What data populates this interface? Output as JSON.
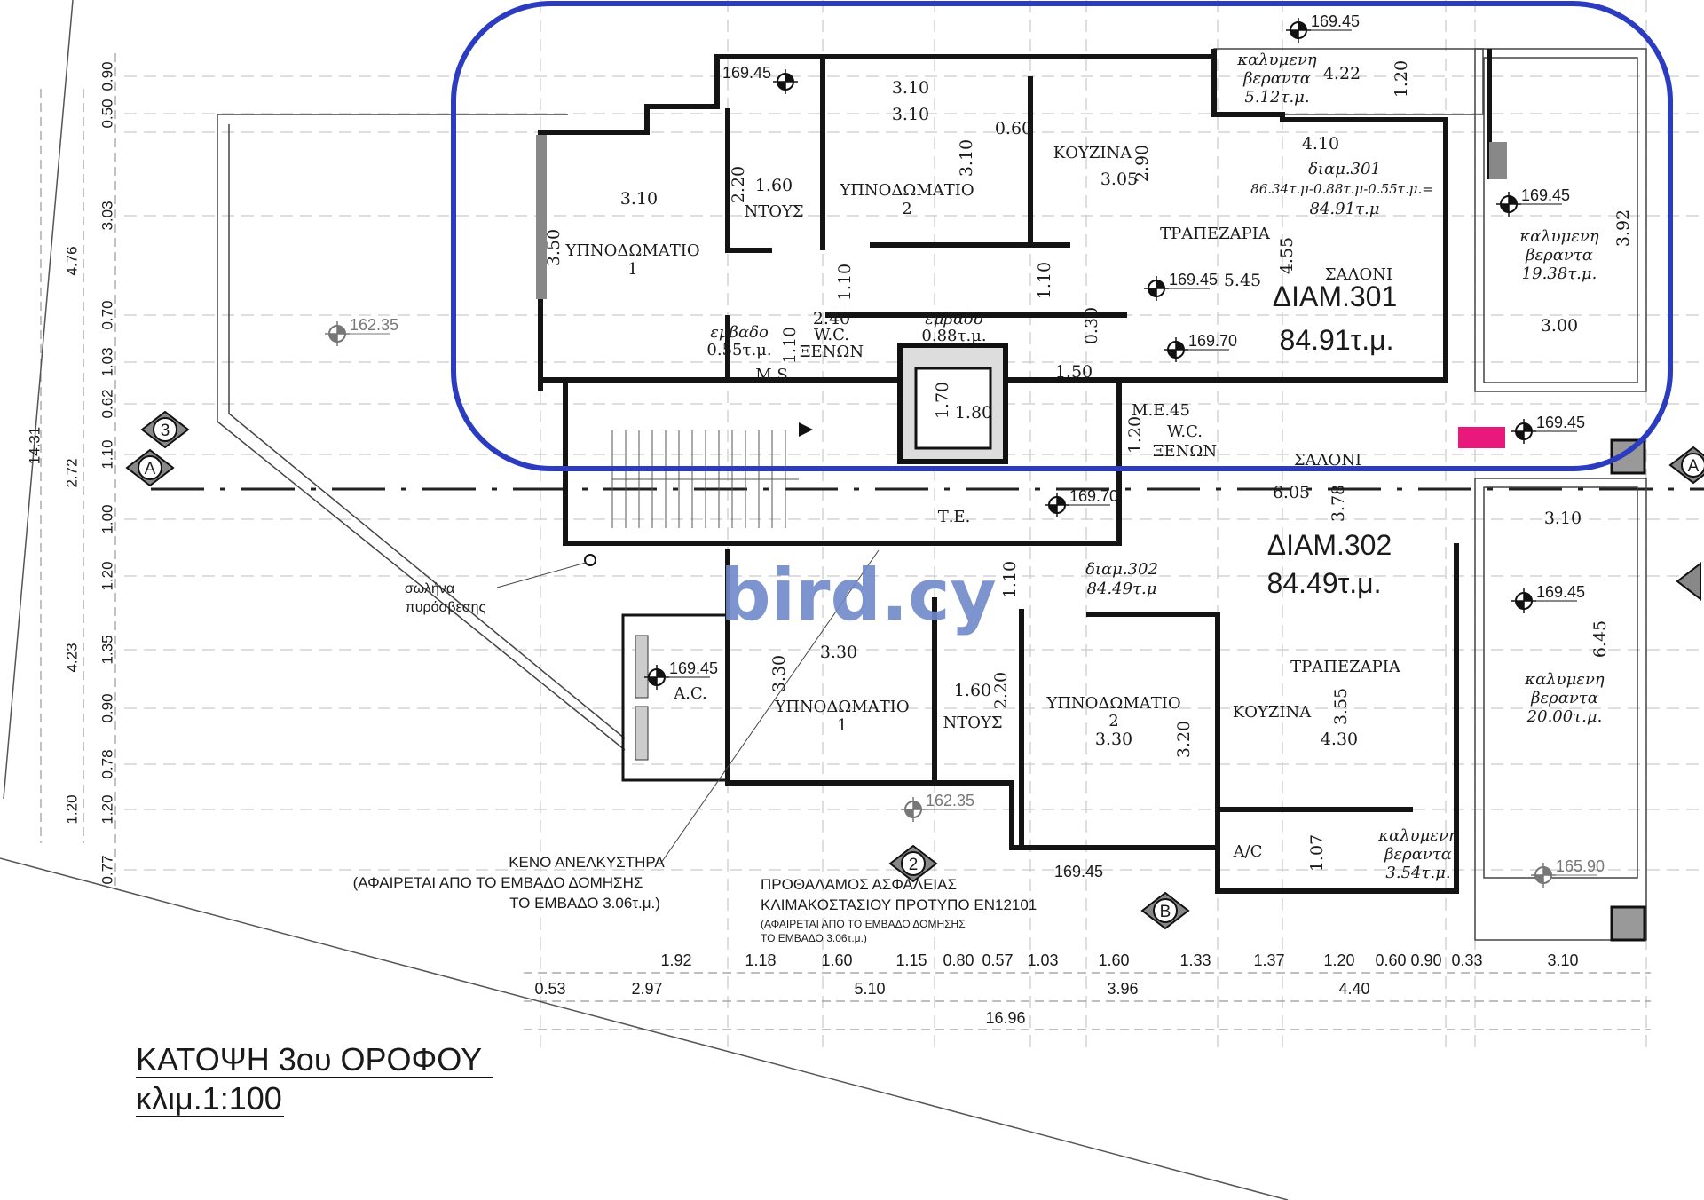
{
  "title": {
    "plan_name": "ΚΑΤΟΨΗ 3ου ΟΡΟΦΟΥ",
    "scale": "κλιμ.1:100"
  },
  "watermark": "bird.cy",
  "colors": {
    "highlight": "#2b3cc0",
    "marker": "#e8197a",
    "watermark": "#6f88c9"
  },
  "apartments": [
    {
      "name": "ΔΙΑΜ.301",
      "area": "84.91τ.μ.",
      "calc_title": "διαμ.301",
      "calc_formula": "86.34τ.μ-0.88τ.μ-0.55τ.μ.=",
      "calc_result": "84.91τ.μ"
    },
    {
      "name": "ΔΙΑΜ.302",
      "area": "84.49τ.μ.",
      "calc_title": "διαμ.302",
      "calc_result": "84.49τ.μ"
    }
  ],
  "rooms": {
    "bedroom": "ΥΠΝΟΔΩΜΑΤΙΟ",
    "n1": "1",
    "n2": "2",
    "shower": "ΝΤΟΥΣ",
    "kitchen": "ΚΟΥΖΙΝΑ",
    "dining": "ΤΡΑΠΕΖΑΡΙΑ",
    "living": "ΣΑΛΟΝΙ",
    "wc": "W.C.",
    "guests": "ΞΕΝΩΝ",
    "me": "M.E.45",
    "ms": "M.S.",
    "te": "Τ.Ε.",
    "ac": "A.C.",
    "ac2": "A/C",
    "area_word": "εμβαδο",
    "area_055": "0.55τ.μ.",
    "area_088": "0.88τ.μ."
  },
  "verandas": [
    {
      "line1": "καλυμενη",
      "line2": "βεραντα",
      "area": "5.12τ.μ."
    },
    {
      "line1": "καλυμενη",
      "line2": "βεραντα",
      "area": "19.38τ.μ."
    },
    {
      "line1": "καλυμενη",
      "line2": "βεραντα",
      "area": "20.00τ.μ."
    },
    {
      "line1": "καλυμενη",
      "line2": "βεραντα",
      "area": "3.54τ.μ."
    }
  ],
  "room_dims": [
    "3.10",
    "3.50",
    "1.60",
    "2.20",
    "3.10",
    "3.10",
    "3.10",
    "0.60",
    "3.05",
    "2.90",
    "4.10",
    "4.55",
    "5.45",
    "4.22",
    "1.20",
    "3.92",
    "3.00",
    "2.40",
    "1.10",
    "1.10",
    "1.10",
    "0.30",
    "1.50",
    "1.70",
    "1.80",
    "1.20",
    "6.05",
    "3.78",
    "1.10",
    "3.55",
    "4.30",
    "3.10",
    "6.45",
    "1.07",
    "3.30",
    "3.30",
    "3.30",
    "3.20",
    "1.60",
    "2.20"
  ],
  "elevations": [
    "169.45",
    "169.45",
    "169.45",
    "169.45",
    "169.70",
    "169.45",
    "169.70",
    "169.45",
    "169.45",
    "162.35",
    "169.45",
    "165.90",
    "162.35"
  ],
  "dims": {
    "left": [
      "0.50",
      "0.90",
      "3.03",
      "0.70",
      "1.03",
      "0.62",
      "1.10",
      "1.00",
      "1.20",
      "1.35",
      "0.90",
      "0.78",
      "1.20",
      "0.77"
    ],
    "left_group": [
      "4.76",
      "2.72",
      "4.23",
      "1.20"
    ],
    "left_total": "14.31",
    "bottom": [
      "1.92",
      "1.18",
      "1.60",
      "1.15",
      "0.80",
      "0.57",
      "1.03",
      "1.60",
      "1.33",
      "1.37",
      "1.20",
      "0.60",
      "0.90",
      "0.33",
      "3.10"
    ],
    "bottom_group": [
      "0.53",
      "2.97",
      "5.10",
      "3.96",
      "4.40"
    ],
    "bottom_total": "16.96"
  },
  "notes": {
    "fire_pipe": [
      "σωλήνα",
      "πυρόσβεσης"
    ],
    "elevator_void": [
      "ΚΕΝΟ ΑΝΕΛΚΥΣΤΗΡΑ",
      "(ΑΦΑΙΡΕΤΑΙ  ΑΠΟ  ΤΟ ΕΜΒΑΔΟ ΔΟΜΗΣΗΣ",
      "ΤΟ ΕΜΒΑΔΟ 3.06τ.μ.)"
    ],
    "lobby": [
      "ΠΡΟΘΑΛΑΜΟΣ ΑΣΦΑΛΕΙΑΣ",
      "ΚΛΙΜΑΚΟΣΤΑΣΙΟΥ ΠΡΟΤΥΠΟ  EN12101",
      "(ΑΦΑΙΡΕΤΑΙ ΑΠΟ ΤΟ ΕΜΒΑΔΟ ΔΟΜΗΣΗΣ",
      "ΤΟ ΕΜΒΑΔΟ 3.06τ.μ.)"
    ]
  },
  "section_markers": [
    "3",
    "A",
    "A",
    "2",
    "B"
  ]
}
